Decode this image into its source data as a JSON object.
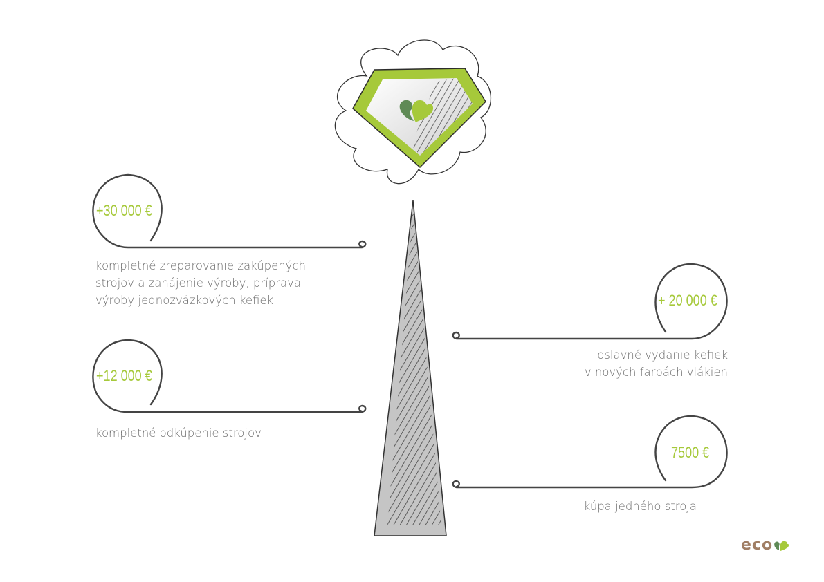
{
  "milestones": [
    {
      "amount": "+30 000 €",
      "description": [
        "kompletné zreparovanie zakúpených",
        "strojov a zahájenie výroby, príprava",
        "výroby jednozväzkových kefiek"
      ]
    },
    {
      "amount": "+12 000 €",
      "description": [
        "kompletné odkúpenie strojov"
      ]
    },
    {
      "amount": "+ 20 000 €",
      "description": [
        "oslavné vydanie kefiek",
        "v nových farbách vlákien"
      ]
    },
    {
      "amount": "7500 €",
      "description": [
        "kúpa jedného stroja"
      ]
    }
  ],
  "logo": {
    "text": "eco"
  },
  "colors": {
    "accent": "#a6c93a",
    "dark_leaf": "#5f8a56",
    "text": "#6e6e6e",
    "logo": "#a07e64"
  }
}
